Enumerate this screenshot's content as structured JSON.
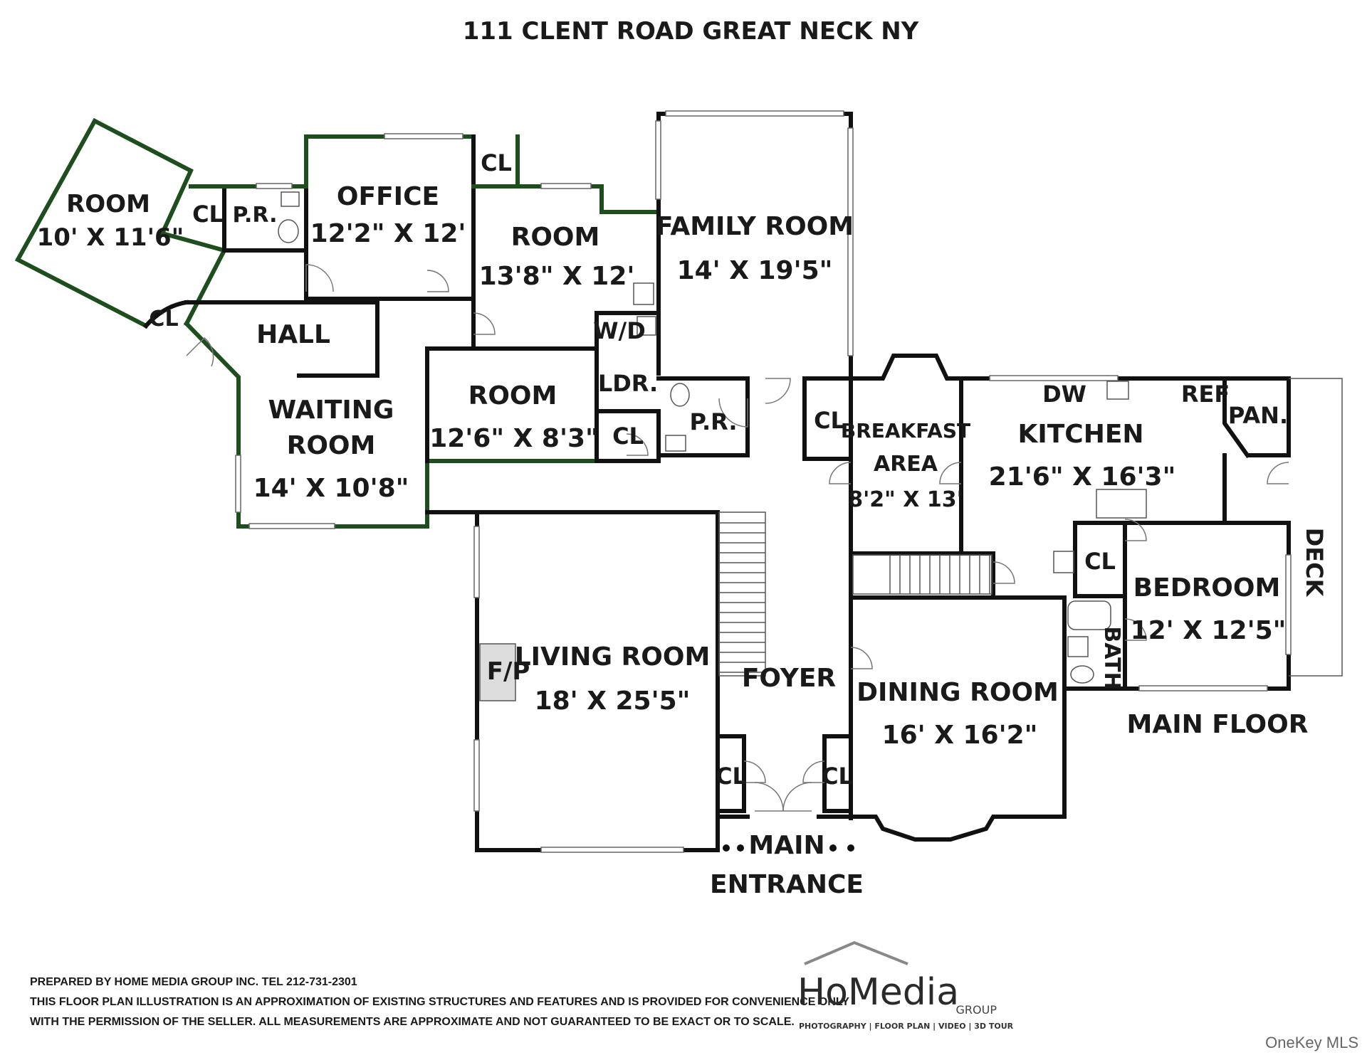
{
  "title": "111 CLENT ROAD GREAT NECK NY",
  "rooms": {
    "room_west": {
      "name": "ROOM",
      "dims": "10' X 11'6\""
    },
    "cl_1": {
      "name": "CL"
    },
    "pr_1": {
      "name": "P.R."
    },
    "office": {
      "name": "OFFICE",
      "dims": "12'2\" X 12'"
    },
    "cl_2": {
      "name": "CL"
    },
    "room_mid": {
      "name": "ROOM",
      "dims": "13'8\" X 12'"
    },
    "family_room": {
      "name": "FAMILY ROOM",
      "dims": "14' X 19'5\""
    },
    "cl_3": {
      "name": "CL"
    },
    "hall": {
      "name": "HALL"
    },
    "waiting_room": {
      "name": "WAITING ROOM",
      "name_line1": "WAITING",
      "name_line2": "ROOM",
      "dims": "14' X 10'8\""
    },
    "room_small": {
      "name": "ROOM",
      "dims": "12'6\" X 8'3\""
    },
    "wd": {
      "name": "W/D"
    },
    "ldr": {
      "name": "LDR."
    },
    "cl_4": {
      "name": "CL"
    },
    "pr_2": {
      "name": "P.R."
    },
    "cl_5": {
      "name": "CL"
    },
    "breakfast": {
      "name": "BREAKFAST AREA",
      "name_line1": "BREAKFAST",
      "name_line2": "AREA",
      "dims": "8'2\" X 13'"
    },
    "dw": {
      "name": "DW"
    },
    "ref": {
      "name": "REF"
    },
    "pan": {
      "name": "PAN."
    },
    "kitchen": {
      "name": "KITCHEN",
      "dims": "21'6\" X 16'3\""
    },
    "cl_6": {
      "name": "CL"
    },
    "bedroom": {
      "name": "BEDROOM",
      "dims": "12' X 12'5\""
    },
    "bath": {
      "name": "BATH"
    },
    "deck": {
      "name": "DECK"
    },
    "living_room": {
      "name": "LIVING ROOM",
      "dims": "18' X 25'5\""
    },
    "fp": {
      "name": "F/P"
    },
    "foyer": {
      "name": "FOYER"
    },
    "dining_room": {
      "name": "DINING ROOM",
      "dims": "16' X 16'2\""
    },
    "cl_7": {
      "name": "CL"
    },
    "cl_8": {
      "name": "CL"
    }
  },
  "floor_label": "MAIN FLOOR",
  "entrance": {
    "line1": "MAIN",
    "line2": "ENTRANCE"
  },
  "footer": {
    "line1": "PREPARED BY  HOME MEDIA GROUP INC.  TEL 212-731-2301",
    "line2": "THIS FLOOR PLAN ILLUSTRATION IS AN APPROXIMATION OF EXISTING STRUCTURES AND FEATURES AND IS PROVIDED FOR CONVENIENCE ONLY",
    "line3": "WITH THE PERMISSION OF THE SELLER. ALL MEASUREMENTS ARE APPROXIMATE AND NOT GUARANTEED TO BE EXACT OR TO SCALE."
  },
  "logo": {
    "wordmark": "HoMedia",
    "group": "GROUP",
    "tagline": "PHOTOGRAPHY | FLOOR PLAN | VIDEO | 3D TOUR"
  },
  "watermark": "OneKey MLS",
  "colors": {
    "wall": "#111111",
    "highlight_wall": "#1e4d1e",
    "text": "#1a1a1a"
  }
}
